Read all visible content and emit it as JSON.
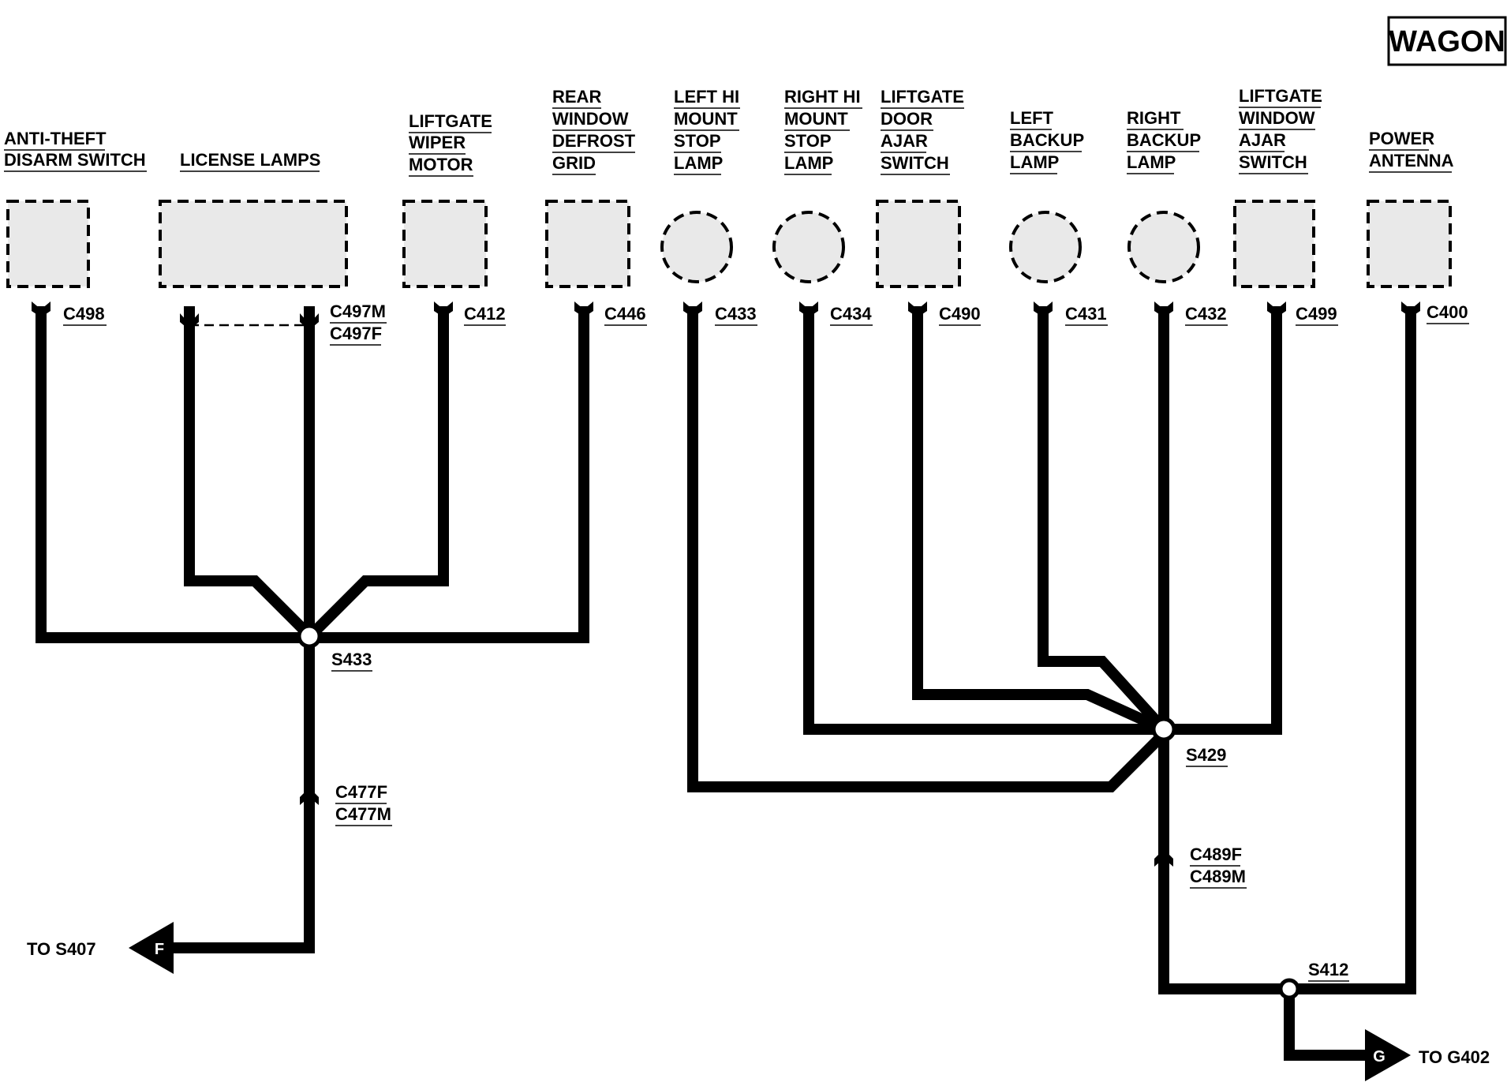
{
  "title": "WAGON",
  "components": {
    "anti_theft": [
      "ANTI-THEFT",
      "DISARM SWITCH"
    ],
    "license_lamps": [
      "LICENSE LAMPS"
    ],
    "liftgate_wiper": [
      "LIFTGATE",
      "WIPER",
      "MOTOR"
    ],
    "rear_defrost": [
      "REAR",
      "WINDOW",
      "DEFROST",
      "GRID"
    ],
    "left_hi_mount": [
      "LEFT HI",
      "MOUNT",
      "STOP",
      "LAMP"
    ],
    "right_hi_mount": [
      "RIGHT HI",
      "MOUNT",
      "STOP",
      "LAMP"
    ],
    "liftgate_door": [
      "LIFTGATE",
      "DOOR",
      "AJAR",
      "SWITCH"
    ],
    "left_backup": [
      "LEFT",
      "BACKUP",
      "LAMP"
    ],
    "right_backup": [
      "RIGHT",
      "BACKUP",
      "LAMP"
    ],
    "liftgate_window": [
      "LIFTGATE",
      "WINDOW",
      "AJAR",
      "SWITCH"
    ],
    "power_antenna": [
      "POWER",
      "ANTENNA"
    ]
  },
  "connectors": {
    "c498": "C498",
    "c497m": "C497M",
    "c497f": "C497F",
    "c412": "C412",
    "c446": "C446",
    "c433": "C433",
    "c434": "C434",
    "c490": "C490",
    "c431": "C431",
    "c432": "C432",
    "c499": "C499",
    "c400": "C400",
    "c477f": "C477F",
    "c477m": "C477M",
    "c489f": "C489F",
    "c489m": "C489M"
  },
  "splices": {
    "s433": "S433",
    "s429": "S429",
    "s412": "S412"
  },
  "destinations": {
    "to_s407": "TO S407",
    "flag_f": "F",
    "to_g402": "TO G402",
    "flag_g": "G"
  }
}
